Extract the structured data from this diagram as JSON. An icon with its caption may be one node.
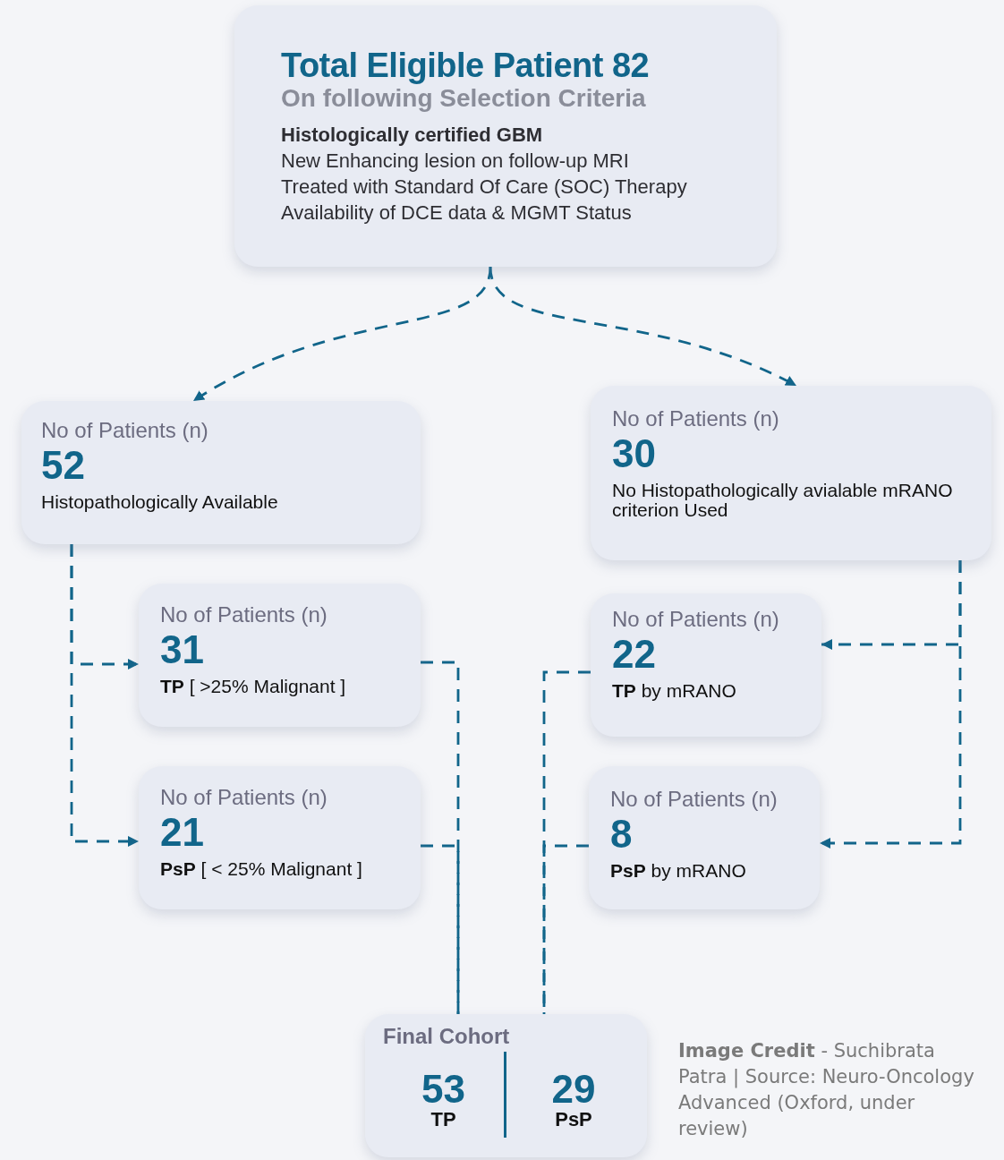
{
  "diagram": {
    "nodes": [
      {
        "text": [
          "Total Eligible Patient 82",
          "On following Selection Criteria",
          "**Histologically certified GBM**",
          "New Enhancing lesion on follow-up MRI",
          "Treated with Standard Of Care (SOC) Therapy",
          "Availability of DCE data & MGMT Status"
        ]
      },
      {
        "text": [
          "No of Patients (n)",
          "52",
          "Histopathologically Available"
        ]
      },
      {
        "text": [
          "No of Patients (n)",
          "30",
          "No Histopathologically avialable mRANO criterion Used"
        ]
      },
      {
        "text": [
          "No of Patients (n)",
          "31",
          "**TP** [ >25% Malignant ]"
        ]
      },
      {
        "text": [
          "No of Patients (n)",
          "21",
          "**PsP** [ < 25% Malignant ]"
        ]
      },
      {
        "text": [
          "No of Patients (n)",
          "22",
          "**TP** by mRANO"
        ]
      },
      {
        "text": [
          "No of Patients (n)",
          "8",
          "**PsP** by mRANO"
        ]
      },
      {
        "text": [
          "Final Cohort",
          "53",
          "TP",
          "29",
          "PsP"
        ]
      }
    ],
    "edges": [
      {
        "from": 0,
        "to": 1,
        "arrow": "to",
        "style": "dashed"
      },
      {
        "from": 0,
        "to": 2,
        "arrow": "to",
        "style": "dashed"
      },
      {
        "from": 1,
        "to": 3,
        "arrow": "to",
        "style": "dashed"
      },
      {
        "from": 1,
        "to": 4,
        "arrow": "to",
        "style": "dashed"
      },
      {
        "from": 2,
        "to": 5,
        "arrow": "to",
        "style": "dashed"
      },
      {
        "from": 2,
        "to": 6,
        "arrow": "to",
        "style": "dashed"
      },
      {
        "from": 3,
        "to": 7,
        "arrow": "none",
        "style": "dashed"
      },
      {
        "from": 4,
        "to": 7,
        "arrow": "none",
        "style": "dashed"
      },
      {
        "from": 5,
        "to": 7,
        "arrow": "none",
        "style": "dashed"
      },
      {
        "from": 6,
        "to": 7,
        "arrow": "none",
        "style": "dashed"
      }
    ],
    "labels": [
      "**Image Credit** - Suchibrata Patra | Source: Neuro-Oncology Advanced (Oxford, under review)"
    ]
  }
}
